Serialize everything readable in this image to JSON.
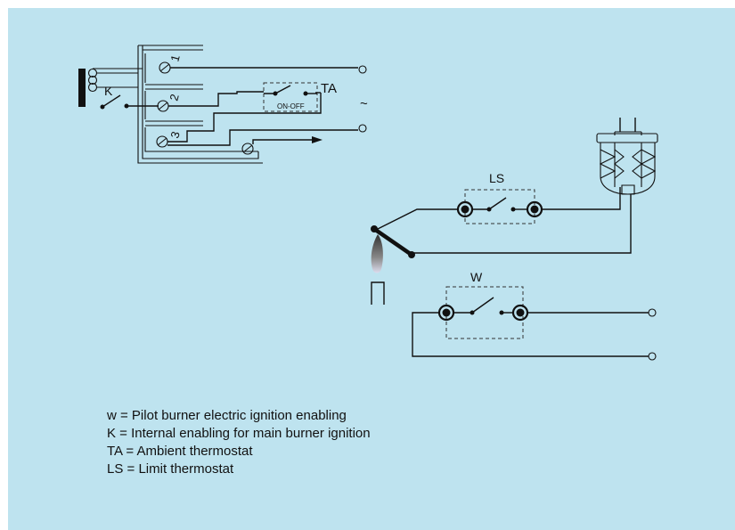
{
  "diagram": {
    "labels": {
      "k": "K",
      "ta": "TA",
      "on_off": "ON-OFF",
      "tilde": "~",
      "ls": "LS",
      "w": "W",
      "terminal_1": "1",
      "terminal_2": "2",
      "terminal_3": "3"
    }
  },
  "legend": [
    "w  = Pilot burner electric ignition enabling",
    "K   = Internal enabling for main burner ignition",
    "TA = Ambient thermostat",
    "LS  = Limit thermostat"
  ],
  "colors": {
    "background": "#bee3ef",
    "line": "#111111"
  }
}
